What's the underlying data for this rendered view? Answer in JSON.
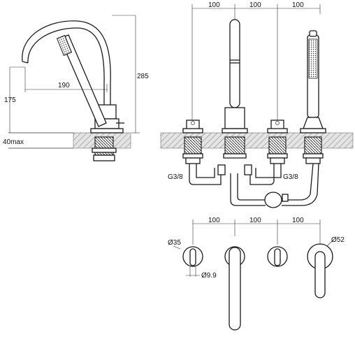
{
  "labels": {
    "dim_top_1": "100",
    "dim_top_2": "100",
    "dim_top_3": "100",
    "dim_bottom_1": "100",
    "dim_bottom_2": "100",
    "dim_bottom_3": "100",
    "height_total": "285",
    "height_spout": "175",
    "reach": "190",
    "deck_max": "40max",
    "thread_left": "G3/8",
    "thread_right": "G3/8",
    "dia_handle": "Ø35",
    "dia_pin": "Ø9.9",
    "dia_handshower": "Ø52"
  },
  "colors": {
    "line": "#1a1a1a",
    "hatch": "#888888",
    "deck_fill": "#d9d9d9"
  }
}
